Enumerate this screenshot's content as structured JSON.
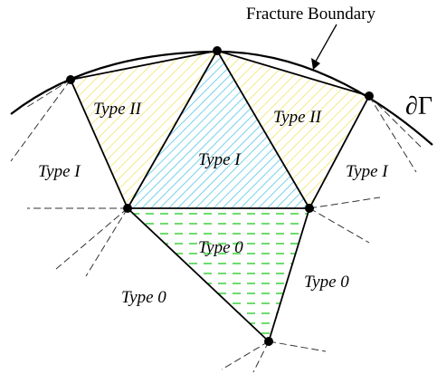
{
  "diagram": {
    "boundary_label": "Fracture Boundary",
    "boundary_symbol": "∂Γ",
    "labels": {
      "type2_left": "Type II",
      "type2_right": "Type II",
      "type1_center": "Type I",
      "type1_left": "Type I",
      "type1_right": "Type I",
      "type0_center": "Type 0",
      "type0_left": "Type 0",
      "type0_right": "Type 0"
    },
    "colors": {
      "type2_hatch": "#f3ea86",
      "type1_hatch": "#55c6e6",
      "type0_hatch": "#2ecc2e",
      "edges": "#000000",
      "dashed": "#333333"
    }
  }
}
